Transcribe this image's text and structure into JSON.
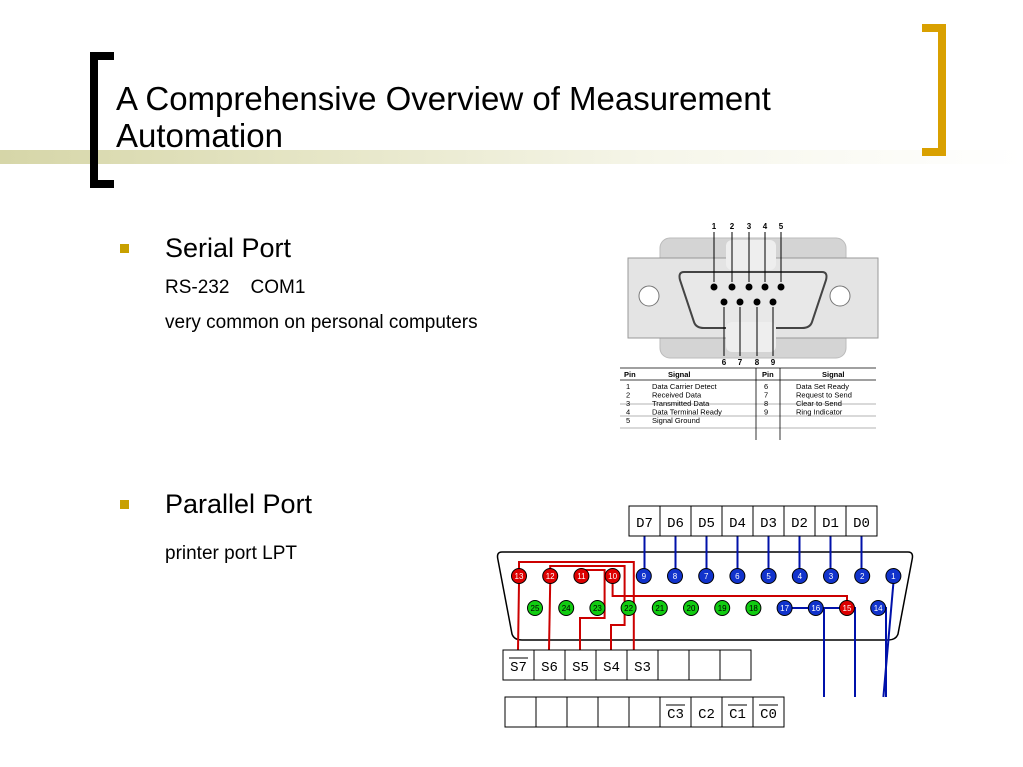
{
  "slide": {
    "title": "A Comprehensive Overview of Measurement Automation",
    "accent_color": "#d9a000"
  },
  "bullets": [
    {
      "heading": "Serial Port",
      "lines": [
        "RS-232    COM1",
        "very common on personal computers"
      ]
    },
    {
      "heading": "Parallel Port",
      "lines": [
        "printer port  LPT"
      ]
    }
  ],
  "serial_diagram": {
    "top_pins": [
      "1",
      "2",
      "3",
      "4",
      "5"
    ],
    "bottom_pins": [
      "6",
      "7",
      "8",
      "9"
    ],
    "table": {
      "headers": [
        "Pin",
        "Signal",
        "Pin",
        "Signal"
      ],
      "rows": [
        [
          "1",
          "Data Carrier Detect",
          "6",
          "Data Set Ready"
        ],
        [
          "2",
          "Received Data",
          "7",
          "Request to Send"
        ],
        [
          "3",
          "Transmitted Data",
          "8",
          "Clear to Send"
        ],
        [
          "4",
          "Data  Terminal Ready",
          "9",
          "Ring Indicator"
        ],
        [
          "5",
          "Signal Ground",
          "",
          ""
        ]
      ]
    }
  },
  "parallel_diagram": {
    "data_labels": [
      "D7",
      "D6",
      "D5",
      "D4",
      "D3",
      "D2",
      "D1",
      "D0"
    ],
    "status_labels": [
      "S7",
      "S6",
      "S5",
      "S4",
      "S3",
      "",
      "",
      ""
    ],
    "control_labels": [
      "",
      "",
      "",
      "",
      "",
      "C3",
      "C2",
      "C1",
      "C0"
    ],
    "top_row_pins": [
      "13",
      "12",
      "11",
      "10",
      "9",
      "8",
      "7",
      "6",
      "5",
      "4",
      "3",
      "2",
      "1"
    ],
    "bottom_row_pins": [
      "25",
      "24",
      "23",
      "22",
      "21",
      "20",
      "19",
      "18",
      "17",
      "16",
      "15",
      "14"
    ],
    "colors": {
      "status": "#dd0000",
      "data": "#1133cc",
      "ground": "#11cc11",
      "wire_red": "#cc0000",
      "wire_blue": "#0011aa"
    }
  }
}
